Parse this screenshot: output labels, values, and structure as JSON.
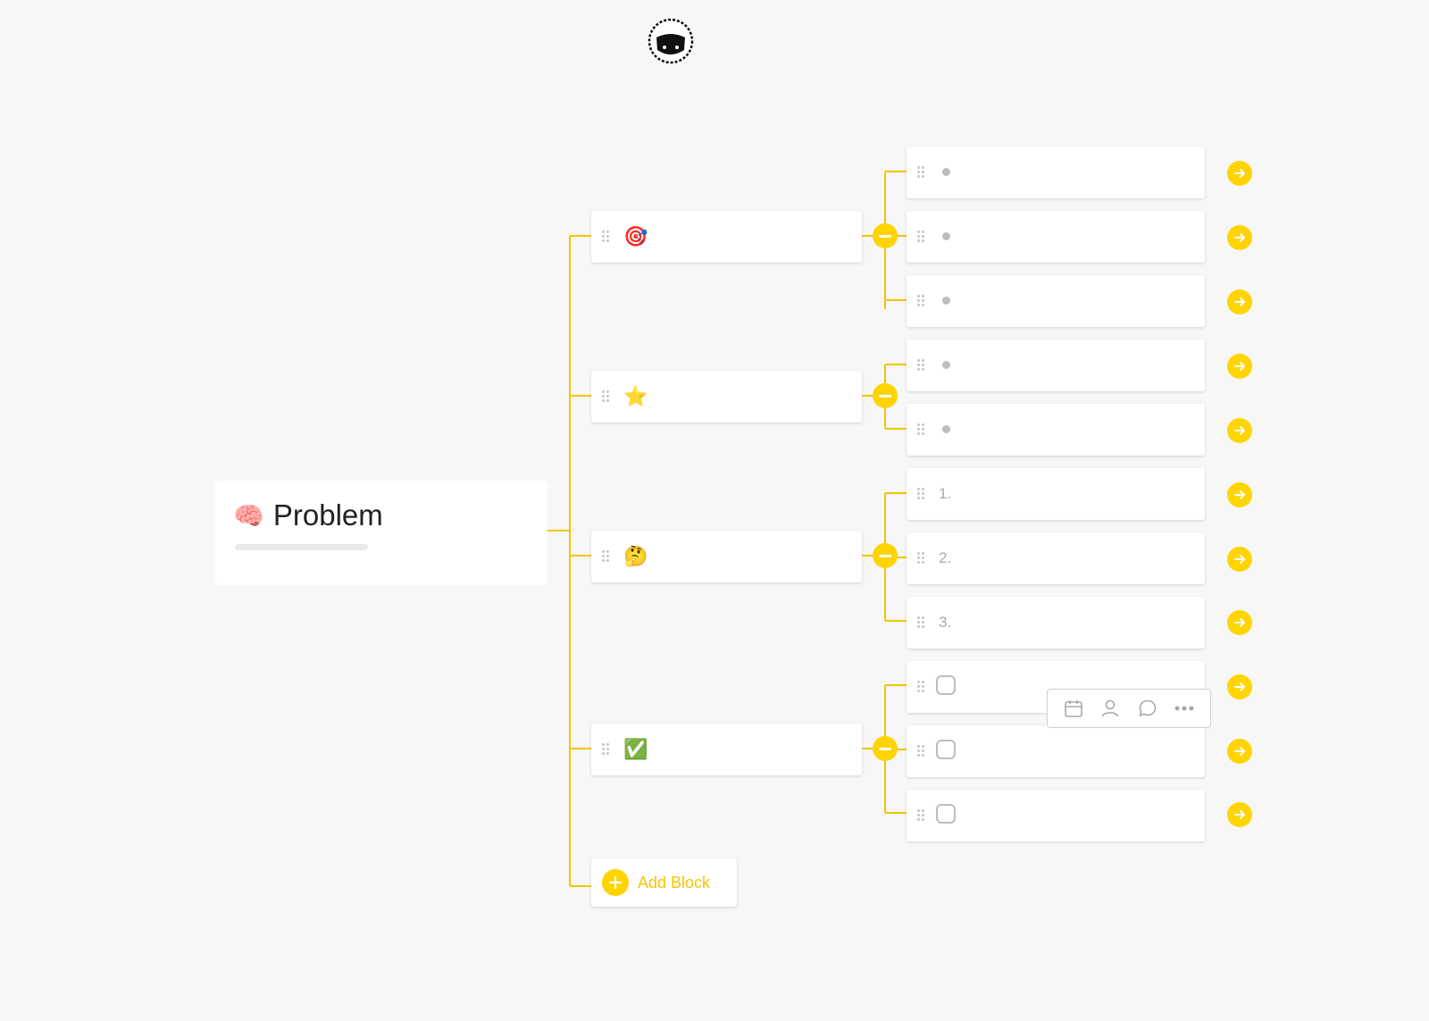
{
  "logo": {
    "icon": "sheep-face-icon"
  },
  "colors": {
    "accent": "#ffd400",
    "connector": "#f5c400",
    "background": "#f7f7f7"
  },
  "root": {
    "emoji": "🧠",
    "title": "Problem"
  },
  "blocks": [
    {
      "emoji": "🎯",
      "type": "bullet",
      "items": [
        {
          "marker": "bullet"
        },
        {
          "marker": "bullet"
        },
        {
          "marker": "bullet"
        }
      ]
    },
    {
      "emoji": "⭐",
      "type": "bullet",
      "items": [
        {
          "marker": "bullet"
        },
        {
          "marker": "bullet"
        }
      ]
    },
    {
      "emoji": "🤔",
      "type": "numbered",
      "items": [
        {
          "marker": "1."
        },
        {
          "marker": "2."
        },
        {
          "marker": "3."
        }
      ]
    },
    {
      "emoji": "✅",
      "type": "checkbox",
      "items": [
        {
          "marker": "checkbox"
        },
        {
          "marker": "checkbox"
        },
        {
          "marker": "checkbox"
        }
      ]
    }
  ],
  "toolbar": {
    "icons": [
      "calendar-icon",
      "person-icon",
      "comment-icon",
      "more-icon"
    ]
  },
  "add_block": {
    "label": "Add Block"
  }
}
